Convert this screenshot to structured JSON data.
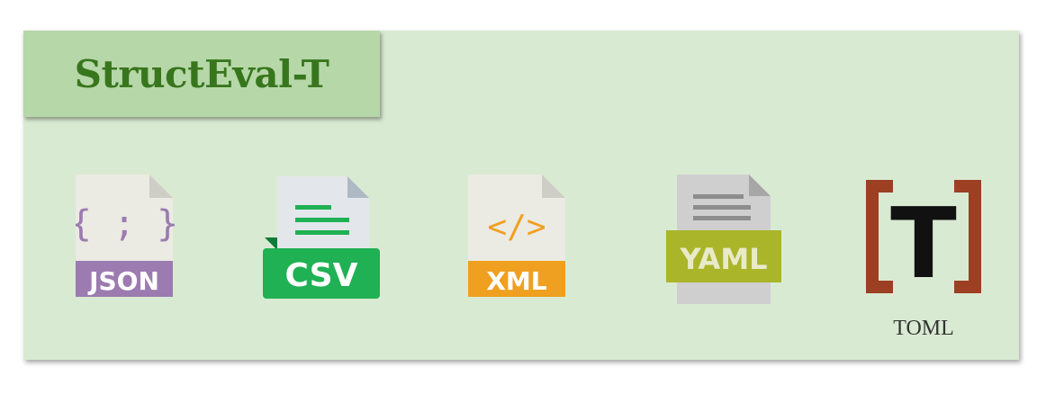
{
  "title": "StructEval-T",
  "formats": [
    {
      "label": "JSON",
      "icon": "json-file-icon",
      "glyph": "{ ; }",
      "color": "#9b7bb0"
    },
    {
      "label": "CSV",
      "icon": "csv-file-icon",
      "color": "#1fb154"
    },
    {
      "label": "XML",
      "icon": "xml-file-icon",
      "glyph": "</>",
      "color": "#f0a020"
    },
    {
      "label": "YAML",
      "icon": "yaml-file-icon",
      "color": "#aab52a"
    },
    {
      "label": "TOML",
      "icon": "toml-logo-icon",
      "logo_letter": "T",
      "color": "#9c3f22"
    }
  ],
  "colors": {
    "panel": "#d9ead3",
    "title_box": "#b6d7a8",
    "title_text": "#38761d"
  }
}
